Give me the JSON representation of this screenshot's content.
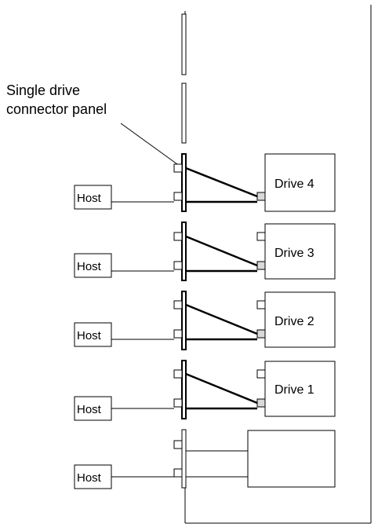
{
  "callout": {
    "line1": "Single drive",
    "line2": "connector panel"
  },
  "drives": [
    {
      "label": "Drive 4"
    },
    {
      "label": "Drive 3"
    },
    {
      "label": "Drive 2"
    },
    {
      "label": "Drive 1"
    }
  ],
  "hosts": [
    {
      "label": "Host"
    },
    {
      "label": "Host"
    },
    {
      "label": "Host"
    },
    {
      "label": "Host"
    },
    {
      "label": "Host"
    }
  ],
  "colors": {
    "stroke": "#000000",
    "port_fill_connected": "#d9d9d9",
    "background": "#ffffff"
  }
}
